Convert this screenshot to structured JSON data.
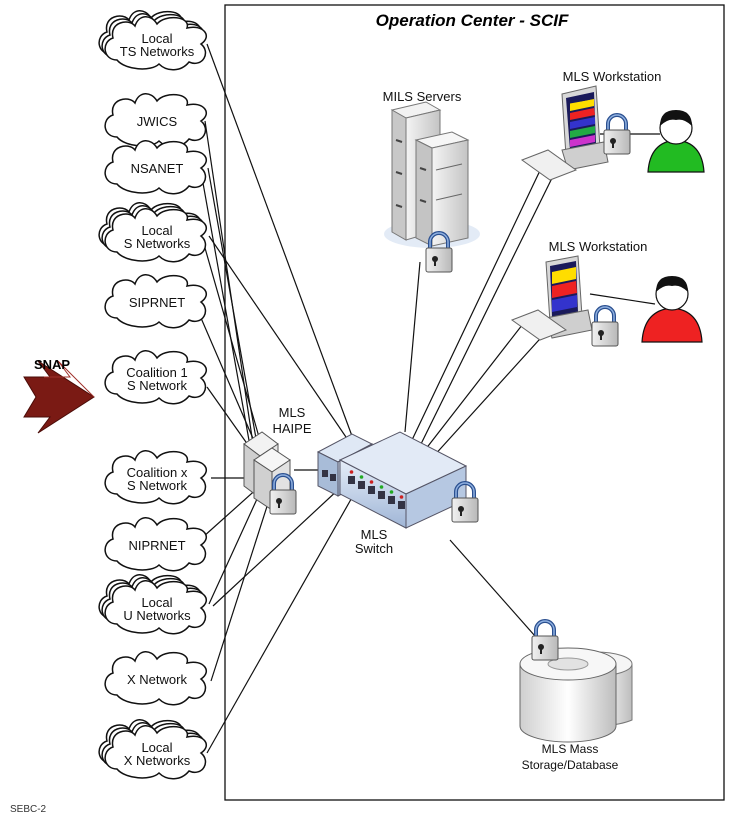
{
  "title": "Operation Center - SCIF",
  "snap_label": "SNAP",
  "footer": "SEBC-2",
  "networks": [
    {
      "lines": [
        "Local",
        "TS Networks"
      ],
      "stacked": true
    },
    {
      "lines": [
        "JWICS"
      ],
      "stacked": false
    },
    {
      "lines": [
        "NSANET"
      ],
      "stacked": false
    },
    {
      "lines": [
        "Local",
        "S Networks"
      ],
      "stacked": true
    },
    {
      "lines": [
        "SIPRNET"
      ],
      "stacked": false
    },
    {
      "lines": [
        "Coalition 1",
        "S Network"
      ],
      "stacked": false
    },
    {
      "lines": [
        "Coalition x",
        "S Network"
      ],
      "stacked": false
    },
    {
      "lines": [
        "NIPRNET"
      ],
      "stacked": false
    },
    {
      "lines": [
        "Local",
        "U Networks"
      ],
      "stacked": true
    },
    {
      "lines": [
        "X Network"
      ],
      "stacked": false
    },
    {
      "lines": [
        "Local",
        "X Networks"
      ],
      "stacked": true
    }
  ],
  "devices": {
    "servers": "MILS Servers",
    "workstation_top": "MLS Workstation",
    "workstation_bottom": "MLS Workstation",
    "haipe": [
      "MLS",
      "HAIPE"
    ],
    "switch": [
      "MLS",
      "Switch"
    ],
    "storage": [
      "MLS Mass",
      "Storage/Database"
    ]
  },
  "colors": {
    "snap_arrow": "#7a1a14",
    "user_top_shirt": "#22bb22",
    "user_bottom_shirt": "#ee2222",
    "switch_body": "#c8d8ee",
    "server_body": "#dcdcdc"
  }
}
